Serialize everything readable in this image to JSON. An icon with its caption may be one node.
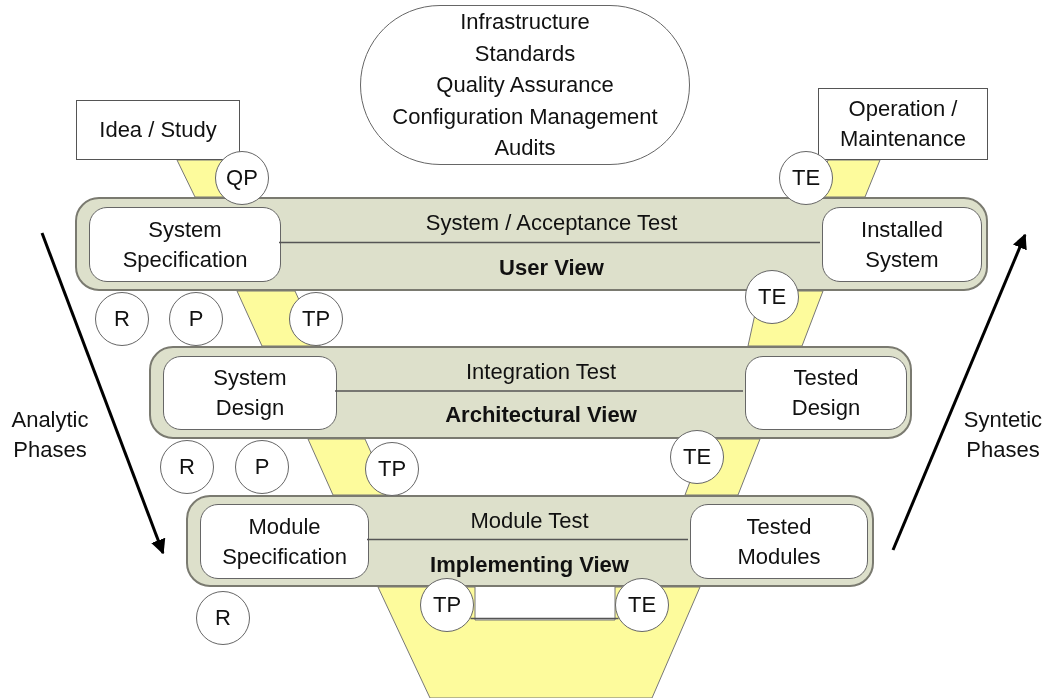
{
  "diagram": {
    "nodes": [
      {
        "text": [
          "Infrastructure",
          "Standards",
          "Quality Assurance",
          "Configuration Management",
          "Audits"
        ]
      },
      {
        "text": [
          "Idea / Study"
        ]
      },
      {
        "text": [
          "Operation / Maintenance"
        ]
      },
      {
        "text": [
          "System / Acceptance Test",
          "User View"
        ]
      },
      {
        "text": [
          "System Specification"
        ],
        "in": 3
      },
      {
        "text": [
          "Installed System"
        ],
        "in": 3
      },
      {
        "text": [
          "Integration Test",
          "Architectural View"
        ]
      },
      {
        "text": [
          "System Design"
        ],
        "in": 6
      },
      {
        "text": [
          "Tested Design"
        ],
        "in": 6
      },
      {
        "text": [
          "Module Test",
          "Implementing View"
        ]
      },
      {
        "text": [
          "Module Specification"
        ],
        "in": 9
      },
      {
        "text": [
          "Tested Modules"
        ],
        "in": 9
      },
      {
        "text": [
          "QP"
        ]
      },
      {
        "text": [
          "TE"
        ]
      },
      {
        "text": [
          "R"
        ]
      },
      {
        "text": [
          "P"
        ]
      },
      {
        "text": [
          "TP"
        ]
      },
      {
        "text": [
          "TE"
        ]
      },
      {
        "text": [
          "R"
        ]
      },
      {
        "text": [
          "P"
        ]
      },
      {
        "text": [
          "TP"
        ]
      },
      {
        "text": [
          "TE"
        ]
      },
      {
        "text": [
          "R"
        ]
      },
      {
        "text": [
          "TP"
        ]
      },
      {
        "text": [
          "TE"
        ]
      }
    ],
    "edges": [
      {
        "from": 4,
        "to": 5,
        "arrow": "none"
      },
      {
        "from": 7,
        "to": 8,
        "arrow": "none"
      },
      {
        "from": 10,
        "to": 11,
        "arrow": "none"
      },
      {
        "from": 23,
        "to": 24,
        "arrow": "none"
      }
    ],
    "labels": [
      "Analytic Phases",
      "Syntetic Phases"
    ]
  }
}
